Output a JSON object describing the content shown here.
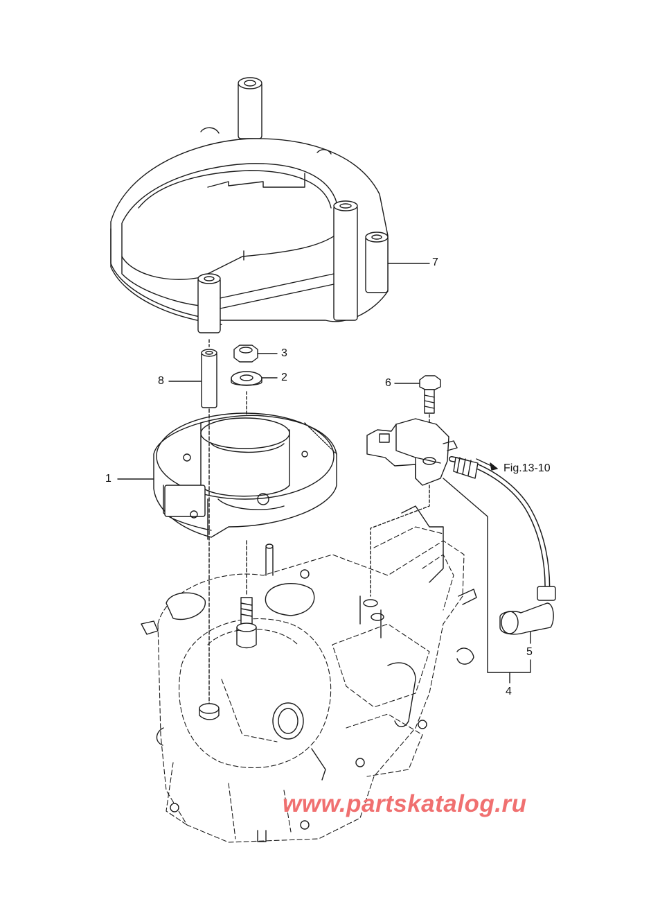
{
  "callouts": {
    "part_1": "1",
    "part_2": "2",
    "part_3": "3",
    "part_4": "4",
    "part_5": "5",
    "part_6": "6",
    "part_7": "7",
    "part_8": "8",
    "fig_reference": "Fig.13-10"
  },
  "watermark": {
    "text": "www.partskatalog.ru",
    "color": "#f07070"
  },
  "colors": {
    "line": "#1a1a1a",
    "background": "#ffffff"
  }
}
